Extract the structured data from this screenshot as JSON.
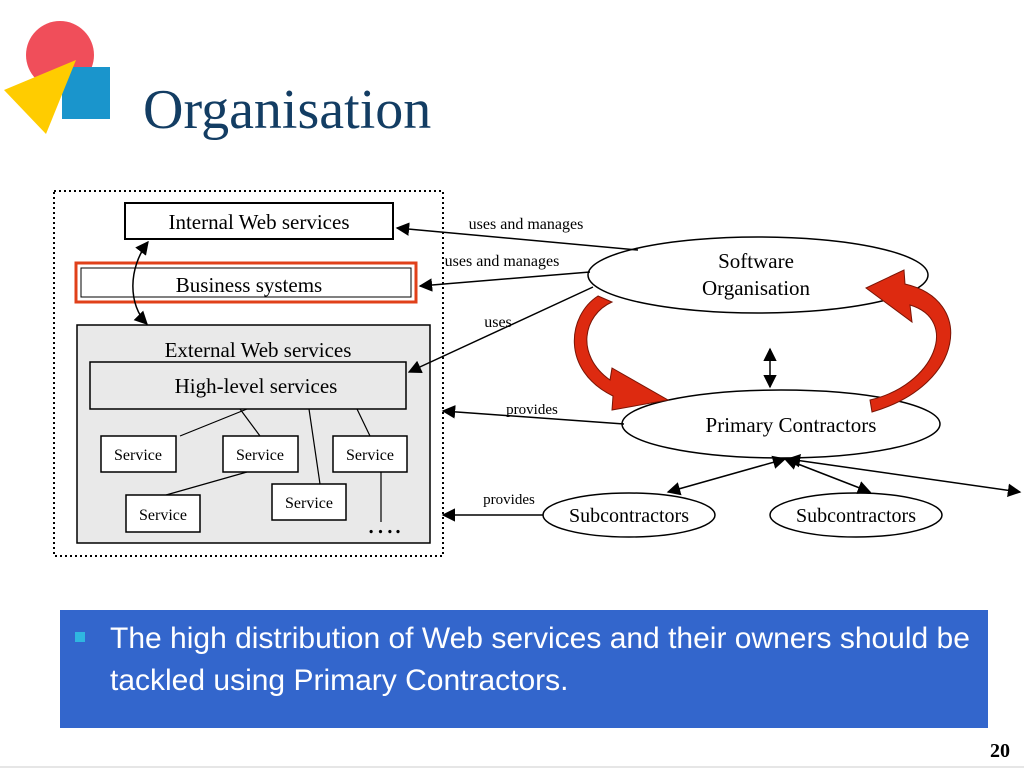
{
  "slide": {
    "title": "Organisation",
    "page_number": "20",
    "bullet": "The high distribution of Web services and their owners should be tackled using Primary Contractors."
  },
  "diagram": {
    "internal_web_services": "Internal Web services",
    "business_systems": "Business systems",
    "external_web_services": "External Web services",
    "high_level_services": "High-level services",
    "service": "Service",
    "ellipsis": "….",
    "software_organisation_line1": "Software",
    "software_organisation_line2": "Organisation",
    "primary_contractors": "Primary Contractors",
    "subcontractors": "Subcontractors",
    "edge_uses_and_manages": "uses and manages",
    "edge_uses": "uses",
    "edge_provides": "provides"
  },
  "colors": {
    "title": "#133d63",
    "bullet_box": "#3366cc",
    "bullet_marker": "#2fb6e0",
    "business_border": "#e0401a",
    "cycle_arrow": "#dd2a10",
    "logo_red": "#f04e5a",
    "logo_yellow": "#ffcc00",
    "logo_blue": "#1a95cc"
  }
}
